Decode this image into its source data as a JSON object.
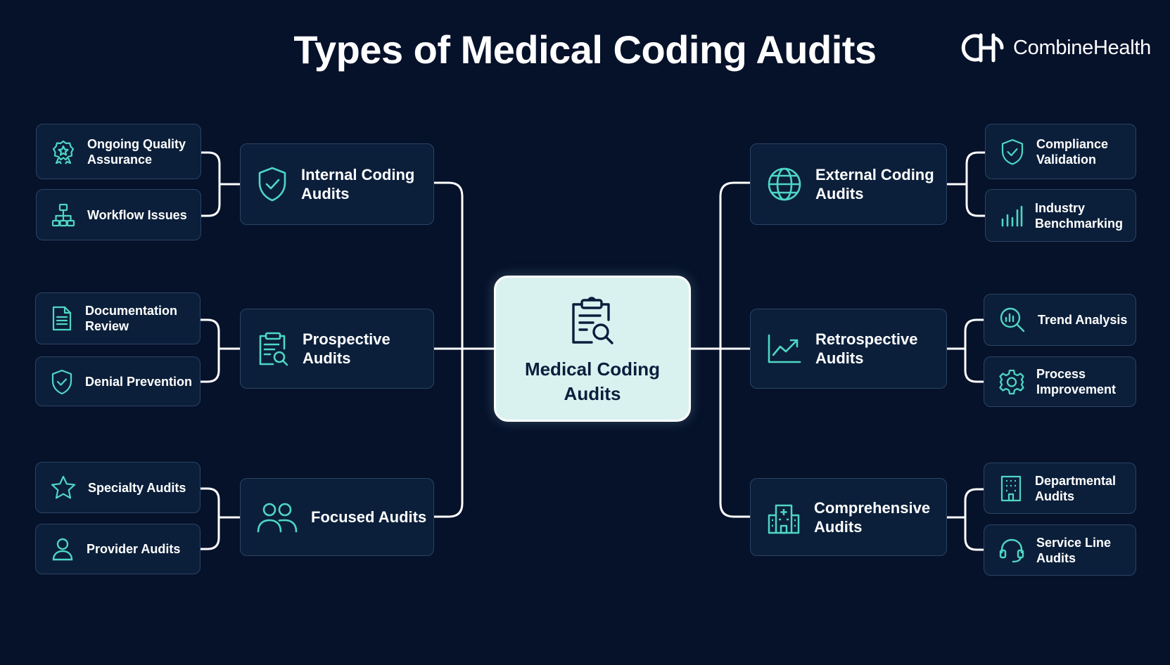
{
  "header": {
    "title": "Types of Medical Coding Audits",
    "brand_name": "CombineHealth",
    "brand_mark": "CH"
  },
  "colors": {
    "background": "#06112a",
    "box_fill": "#0b1f3a",
    "box_border": "#2a4464",
    "accent": "#4fd6c4",
    "center_fill": "#d9f2f0",
    "connector": "#ffffff"
  },
  "center": {
    "label": "Medical Coding Audits",
    "icon": "clipboard-search-icon"
  },
  "branches": {
    "internal": {
      "label": "Internal Coding Audits",
      "icon": "shield-check-icon",
      "children": [
        {
          "label": "Ongoing Quality Assurance",
          "icon": "award-badge-icon"
        },
        {
          "label": "Workflow Issues",
          "icon": "workflow-icon"
        }
      ]
    },
    "prospective": {
      "label": "Prospective Audits",
      "icon": "clipboard-search-icon",
      "children": [
        {
          "label": "Documentation Review",
          "icon": "document-icon"
        },
        {
          "label": "Denial Prevention",
          "icon": "shield-check-icon"
        }
      ]
    },
    "focused": {
      "label": "Focused Audits",
      "icon": "users-icon",
      "children": [
        {
          "label": "Specialty Audits",
          "icon": "star-icon"
        },
        {
          "label": "Provider Audits",
          "icon": "user-icon"
        }
      ]
    },
    "external": {
      "label": "External Coding Audits",
      "icon": "globe-icon",
      "children": [
        {
          "label": "Compliance Validation",
          "icon": "shield-check-icon"
        },
        {
          "label": "Industry Benchmarking",
          "icon": "bar-chart-icon"
        }
      ]
    },
    "retrospective": {
      "label": "Retrospective Audits",
      "icon": "trend-chart-icon",
      "children": [
        {
          "label": "Trend Analysis",
          "icon": "search-chart-icon"
        },
        {
          "label": "Process Improvement",
          "icon": "gear-icon"
        }
      ]
    },
    "comprehensive": {
      "label": "Comprehensive Audits",
      "icon": "hospital-icon",
      "children": [
        {
          "label": "Departmental Audits",
          "icon": "building-icon"
        },
        {
          "label": "Service Line Audits",
          "icon": "headset-icon"
        }
      ]
    }
  }
}
